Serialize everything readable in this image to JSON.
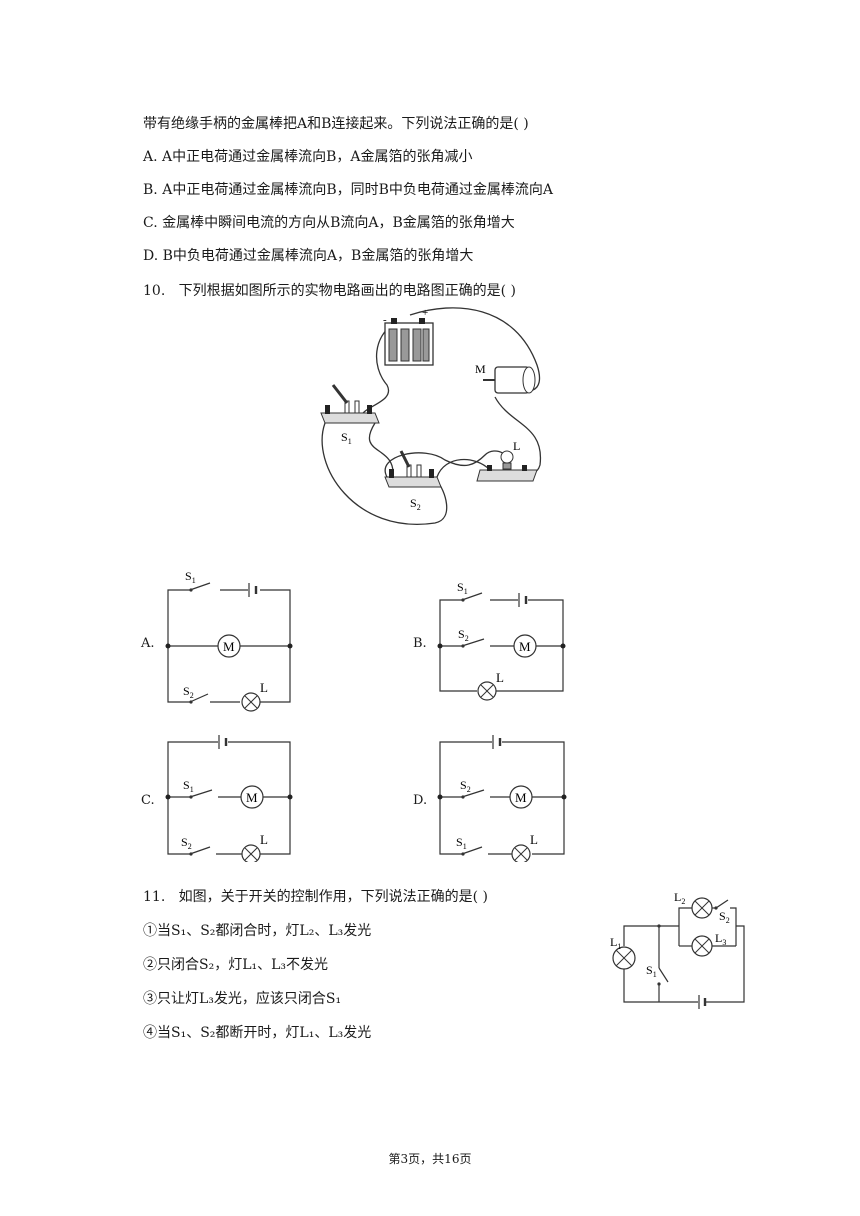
{
  "q9": {
    "stem": "带有绝缘手柄的金属棒把A和B连接起来。下列说法正确的是(    )",
    "options": {
      "A": {
        "letter": "A.",
        "text": "A中正电荷通过金属棒流向B，A金属箔的张角减小"
      },
      "B": {
        "letter": "B.",
        "text": "A中正电荷通过金属棒流向B，同时B中负电荷通过金属棒流向A"
      },
      "C": {
        "letter": "C.",
        "text": "金属棒中瞬间电流的方向从B流向A，B金属箔的张角增大"
      },
      "D": {
        "letter": "D.",
        "text": "B中负电荷通过金属棒流向A，B金属箔的张角增大"
      }
    }
  },
  "q10": {
    "number": "10.",
    "stem": "下列根据如图所示的实物电路画出的电路图正确的是(    )",
    "figure_labels": {
      "battery_minus": "-",
      "battery_plus": "+",
      "motor": "M",
      "switch1": "S",
      "switch2": "S",
      "lamp": "L",
      "sub1": "1",
      "sub2": "2"
    },
    "options": {
      "A": "A.",
      "B": "B.",
      "C": "C.",
      "D": "D."
    },
    "diagram_labels": {
      "s": "S",
      "one": "1",
      "two": "2",
      "motor": "M",
      "lamp": "L"
    }
  },
  "q11": {
    "number": "11.",
    "stem": "如图，关于开关的控制作用，下列说法正确的是(    )",
    "statements": [
      {
        "mark": "①",
        "text": "当S₁、S₂都闭合时，灯L₂、L₃发光"
      },
      {
        "mark": "②",
        "text": "只闭合S₂，灯L₁、L₃不发光"
      },
      {
        "mark": "③",
        "text": "只让灯L₃发光，应该只闭合S₁"
      },
      {
        "mark": "④",
        "text": "当S₁、S₂都断开时，灯L₁、L₃发光"
      }
    ],
    "figure_labels": {
      "L": "L",
      "S": "S",
      "one": "1",
      "two": "2",
      "three": "3"
    }
  },
  "footer": "第3页，共16页"
}
